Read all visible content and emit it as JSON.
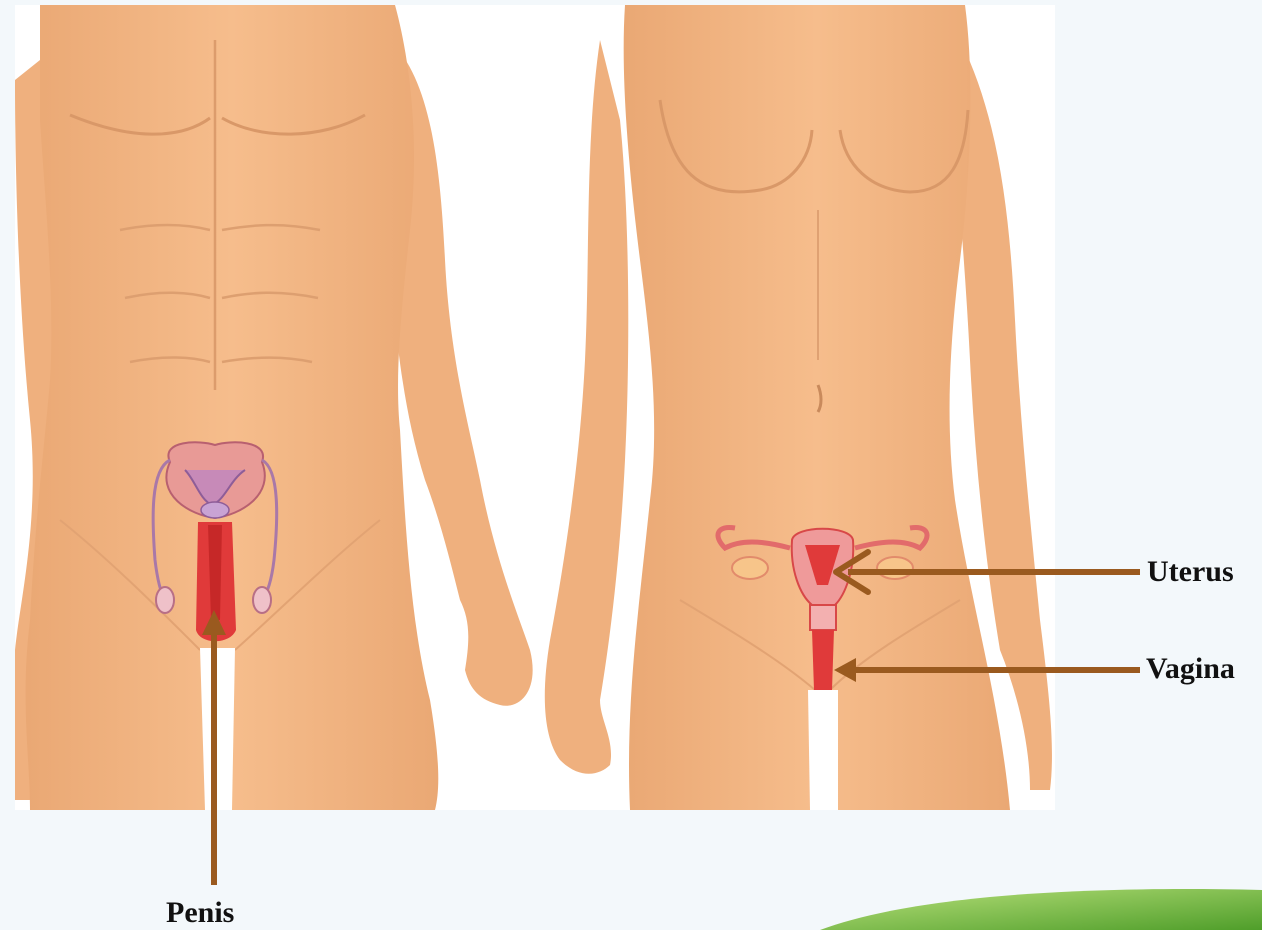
{
  "labels": {
    "uterus": "Uterus",
    "vagina": "Vagina",
    "penis": "Penis"
  },
  "colors": {
    "skin": "#f5b987",
    "skin_shadow": "#e9a772",
    "organ_red": "#e03a3a",
    "arrow": "#9a5a1f",
    "background": "#f3f8fb",
    "leaf_green": "#7cc142"
  }
}
